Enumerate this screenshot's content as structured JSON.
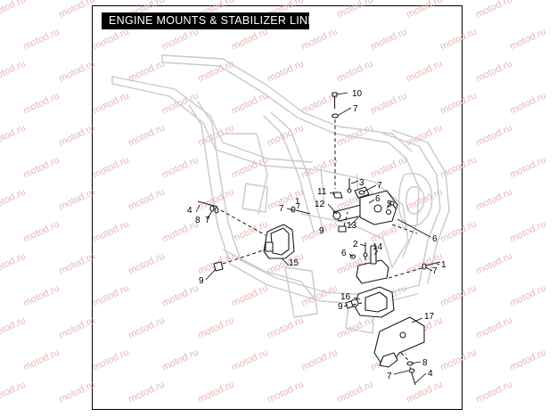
{
  "title": "ENGINE MOUNTS & STABILIZER LINK",
  "watermark_text": "motod.ru",
  "colors": {
    "title_bg": "#000000",
    "title_fg": "#ffffff",
    "watermark": "#e8b7b7",
    "frame_lines": "#c9c9c9"
  },
  "callouts": [
    {
      "id": "c10a",
      "label": "10"
    },
    {
      "id": "c7a",
      "label": "7"
    },
    {
      "id": "c11",
      "label": "11"
    },
    {
      "id": "c3",
      "label": "3"
    },
    {
      "id": "c7b",
      "label": "7"
    },
    {
      "id": "c6a",
      "label": "6"
    },
    {
      "id": "c5",
      "label": "5"
    },
    {
      "id": "c12",
      "label": "12"
    },
    {
      "id": "c9a",
      "label": "9"
    },
    {
      "id": "c13",
      "label": "13"
    },
    {
      "id": "c6b",
      "label": "6"
    },
    {
      "id": "c1a",
      "label": "1"
    },
    {
      "id": "c7c",
      "label": "7"
    },
    {
      "id": "c4a",
      "label": "4"
    },
    {
      "id": "c8a",
      "label": "8"
    },
    {
      "id": "c7d",
      "label": "7"
    },
    {
      "id": "c2",
      "label": "2"
    },
    {
      "id": "c14",
      "label": "14"
    },
    {
      "id": "c6c",
      "label": "6"
    },
    {
      "id": "c15",
      "label": "15"
    },
    {
      "id": "c1b",
      "label": "1"
    },
    {
      "id": "c7e",
      "label": "7"
    },
    {
      "id": "c9b",
      "label": "9"
    },
    {
      "id": "c16",
      "label": "16"
    },
    {
      "id": "c9c",
      "label": "9"
    },
    {
      "id": "c17",
      "label": "17"
    },
    {
      "id": "c8b",
      "label": "8"
    },
    {
      "id": "c7f",
      "label": "7"
    },
    {
      "id": "c4b",
      "label": "4"
    }
  ]
}
